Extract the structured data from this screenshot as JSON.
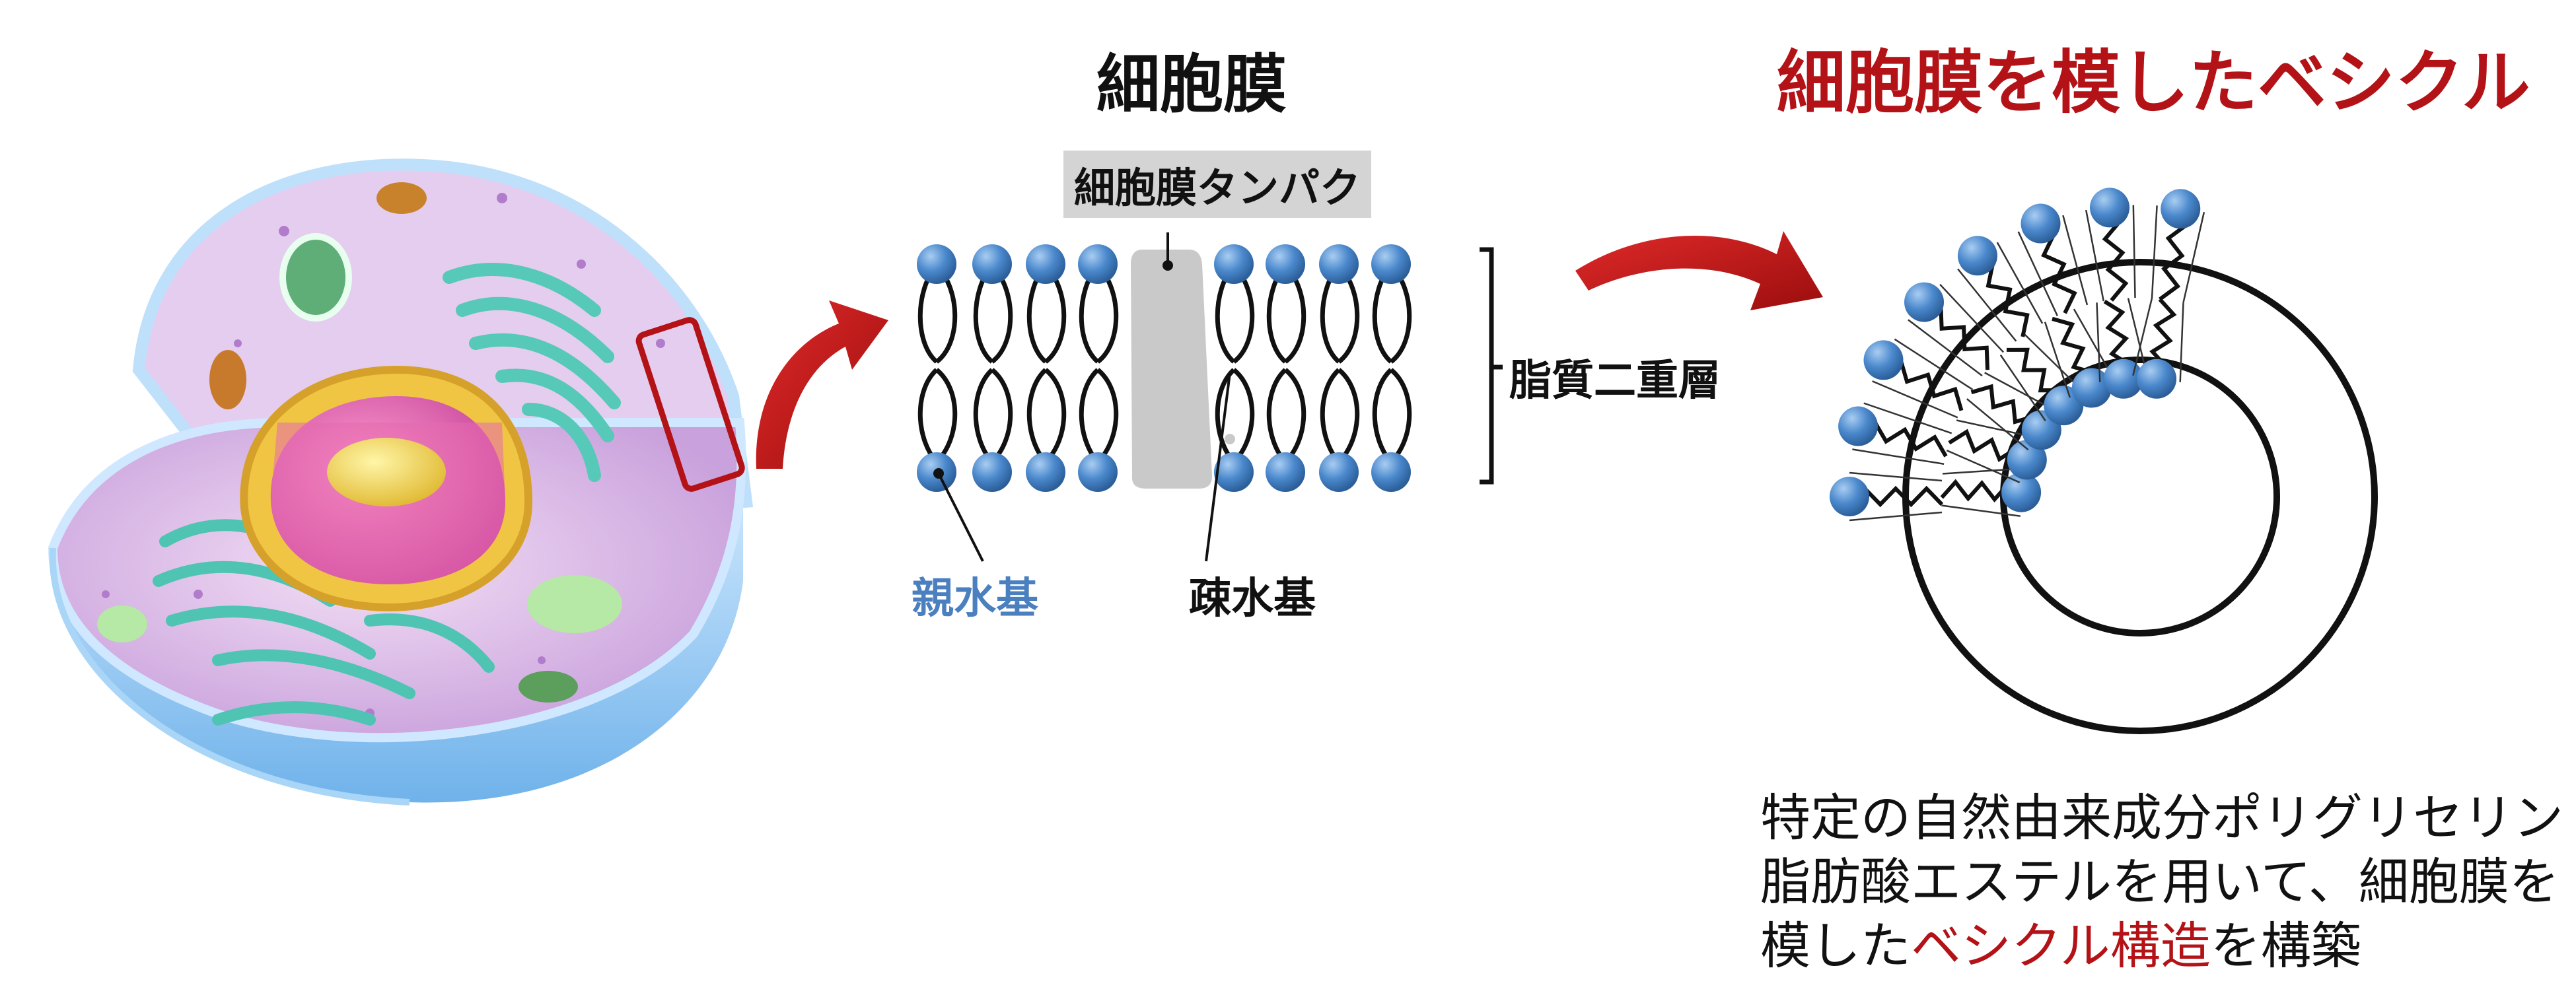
{
  "titles": {
    "membrane": "細胞膜",
    "vesicle": "細胞膜を模したベシクル"
  },
  "labels": {
    "membrane_protein": "細胞膜タンパク",
    "lipid_bilayer": "脂質二重層",
    "hydrophilic_group": "親水基",
    "hydrophobic_group": "疎水基"
  },
  "description": {
    "line1": "特定の自然由来成分ポリグリセリン",
    "line2": "脂肪酸エステルを用いて、細胞膜を",
    "line3_pre": "模した",
    "line3_highlight": "ベシクル構造",
    "line3_post": "を構築"
  },
  "colors": {
    "headgroup": "#4a88cc",
    "accent_red": "#b31217",
    "protein_gray": "#c9c9c9",
    "cell_membrane_purple": "#d9b7e6"
  }
}
